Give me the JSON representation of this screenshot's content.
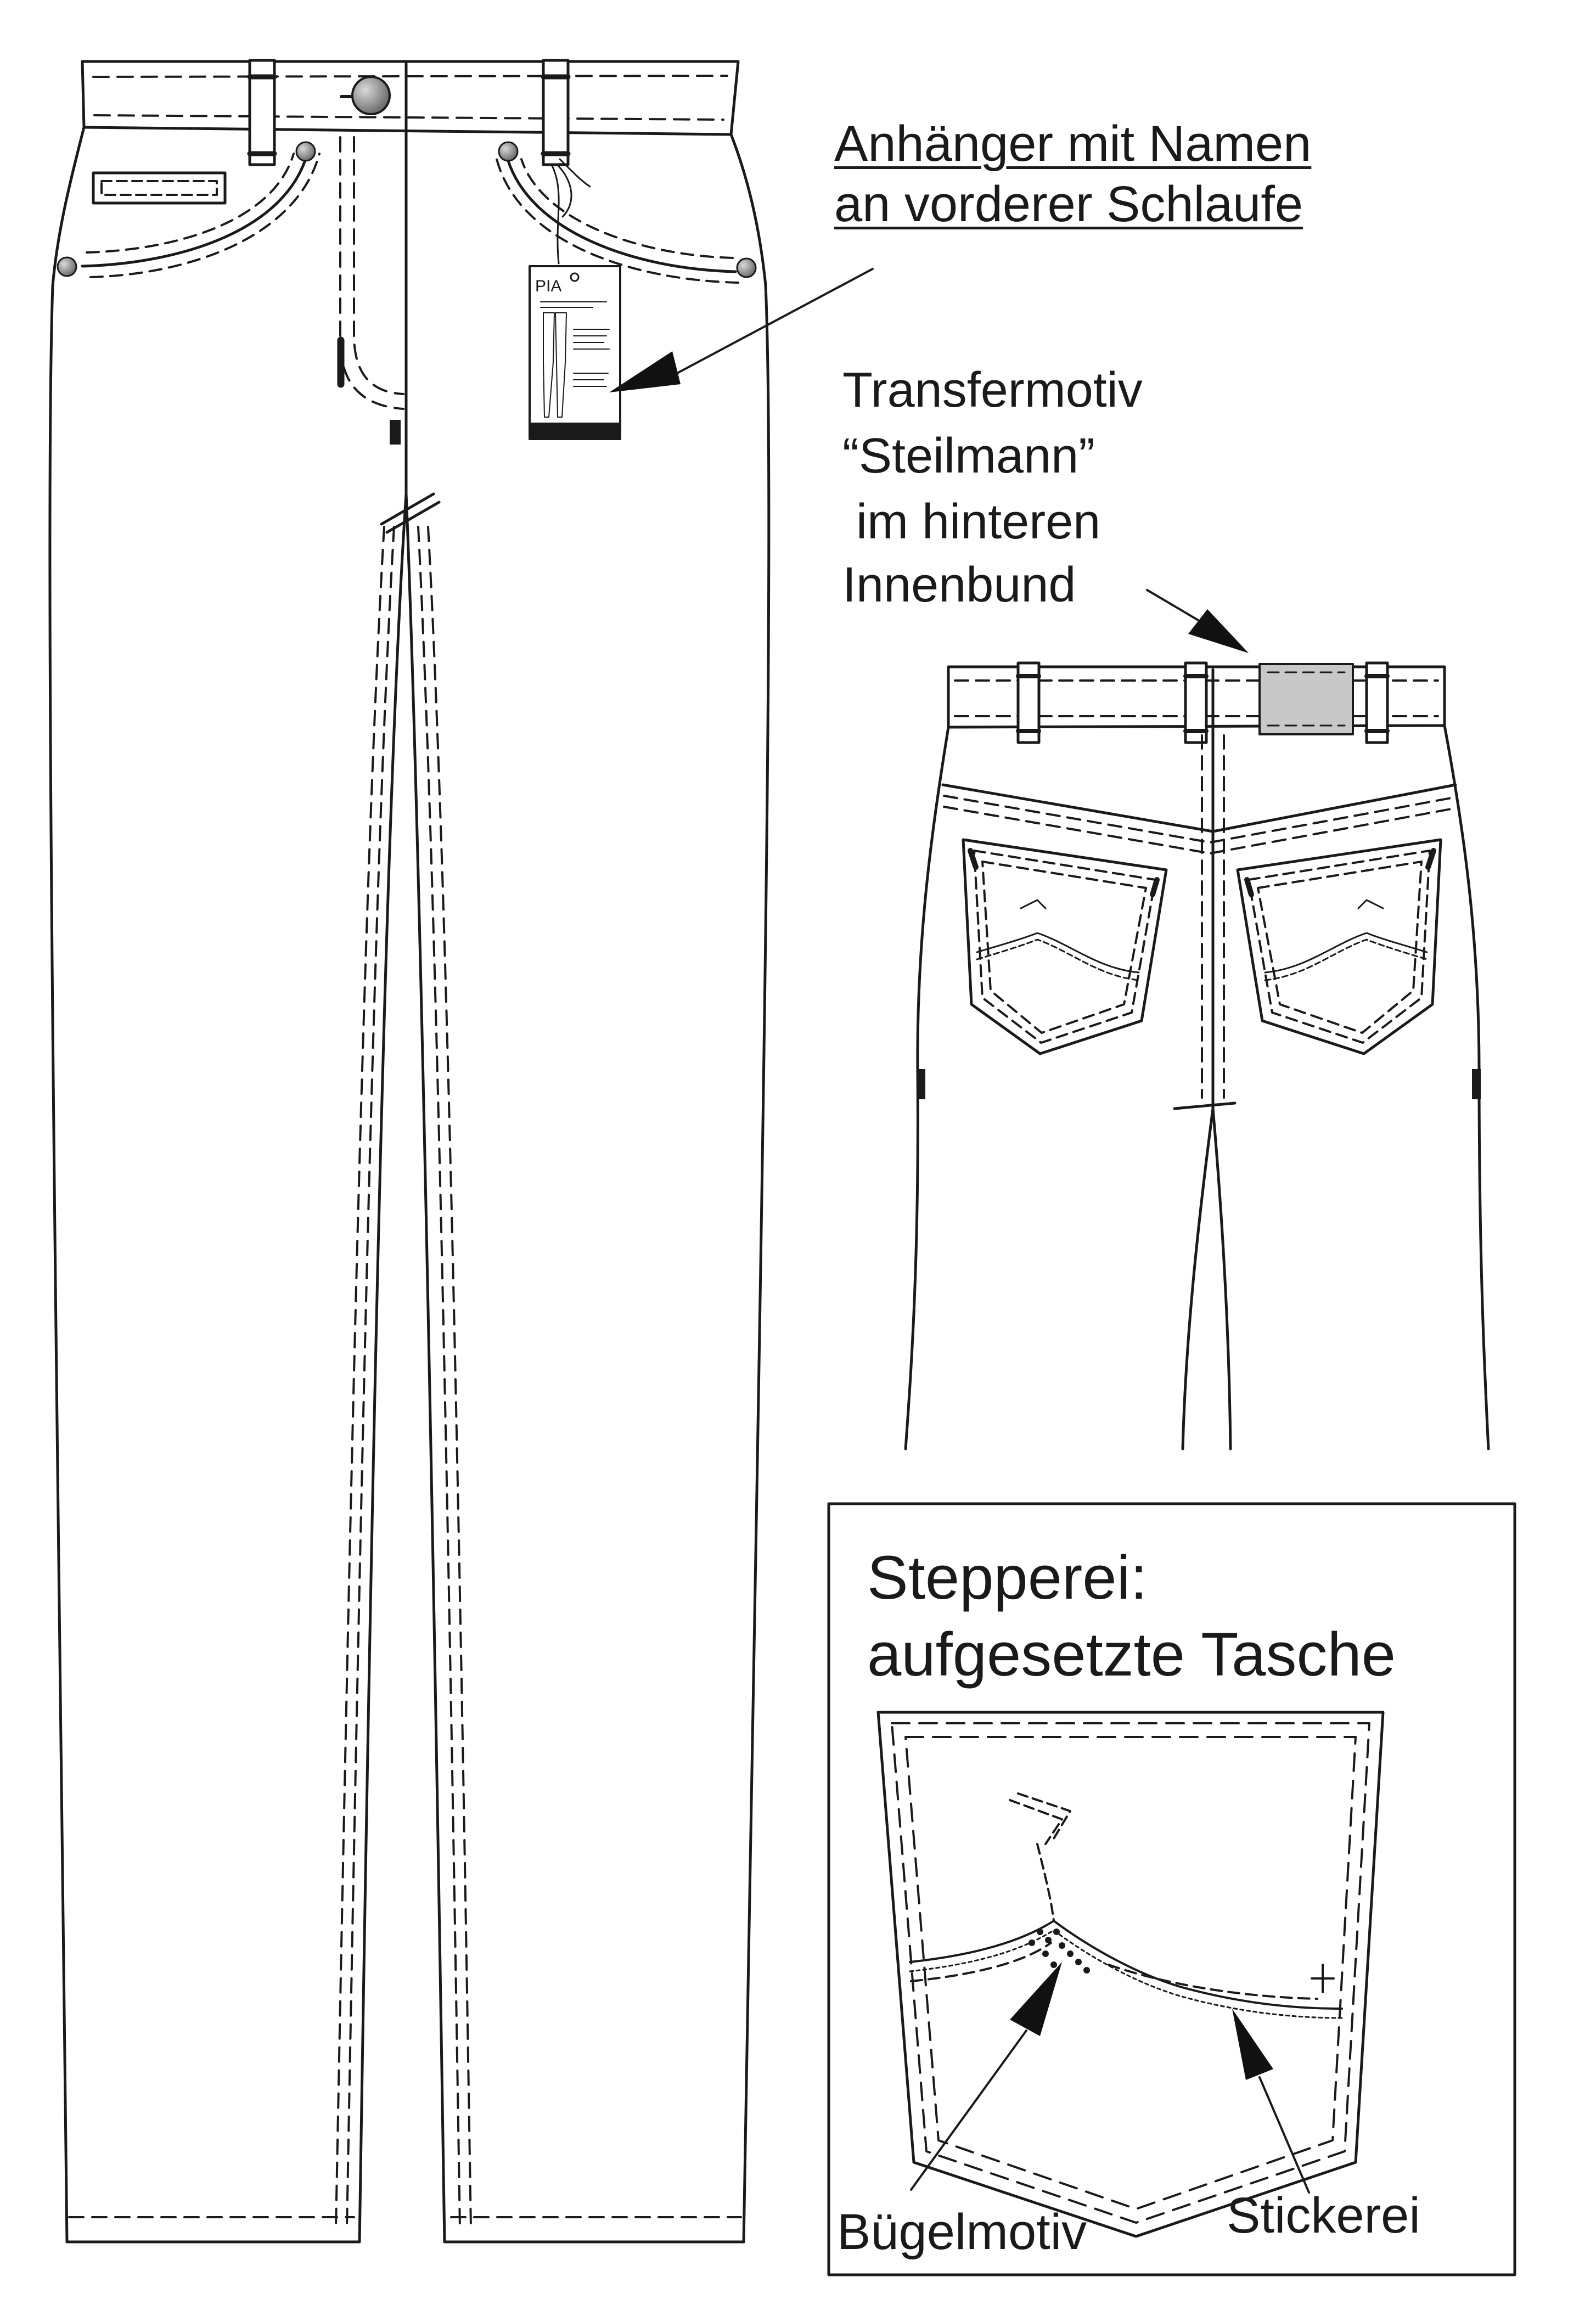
{
  "annotations": {
    "tag_line1": "Anhänger mit Namen",
    "tag_line2": "an vorderer Schlaufe",
    "transfer_line1": "Transfermotiv",
    "transfer_line2": "“Steilmann”",
    "transfer_line3": "im hinteren",
    "transfer_line4": "Innenbund",
    "detail_title_line1": "Stepperei:",
    "detail_title_line2": "aufgesetzte Tasche",
    "buegelmotiv": "Bügelmotiv",
    "stickerei": "Stickerei"
  },
  "hang_tag": {
    "name": "PIA"
  },
  "colors": {
    "ink": "#1a1a1a",
    "transfer_patch": "#c8c8c8",
    "button": "#8a8a8a"
  }
}
